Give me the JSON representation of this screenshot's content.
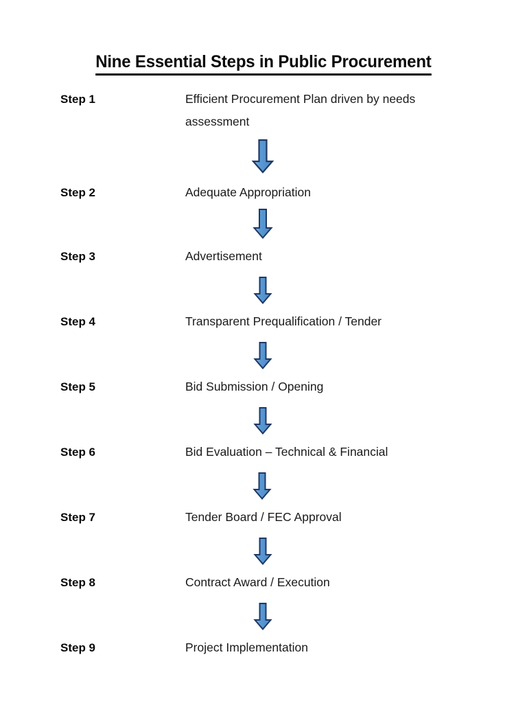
{
  "document": {
    "title": "Nine Essential Steps in Public Procurement",
    "background_color": "#ffffff",
    "text_color": "#000000"
  },
  "arrow_style": {
    "fill_color": "#5B9BD5",
    "fill_color_light": "#8FBCE4",
    "outline_color": "#1F3864",
    "direction": "down",
    "icon_name": "down-block-arrow-icon"
  },
  "steps": [
    {
      "label": "Step 1",
      "text": "Efficient Procurement Plan driven by needs assessment",
      "arrow_after": true,
      "arrow_size": "large"
    },
    {
      "label": "Step 2",
      "text": "Adequate Appropriation",
      "arrow_after": true,
      "arrow_size": "medium"
    },
    {
      "label": "Step 3",
      "text": "Advertisement",
      "arrow_after": true,
      "arrow_size": "small"
    },
    {
      "label": "Step 4",
      "text": "Transparent Prequalification / Tender",
      "arrow_after": true,
      "arrow_size": "small"
    },
    {
      "label": "Step 5",
      "text": "Bid Submission / Opening",
      "arrow_after": true,
      "arrow_size": "small"
    },
    {
      "label": "Step 6",
      "text": "Bid Evaluation – Technical & Financial",
      "arrow_after": true,
      "arrow_size": "small"
    },
    {
      "label": "Step 7",
      "text": "Tender Board / FEC Approval",
      "arrow_after": true,
      "arrow_size": "small"
    },
    {
      "label": "Step 8",
      "text": "Contract Award / Execution",
      "arrow_after": true,
      "arrow_size": "small"
    },
    {
      "label": "Step 9",
      "text": "Project Implementation",
      "arrow_after": false,
      "arrow_size": "none"
    }
  ]
}
